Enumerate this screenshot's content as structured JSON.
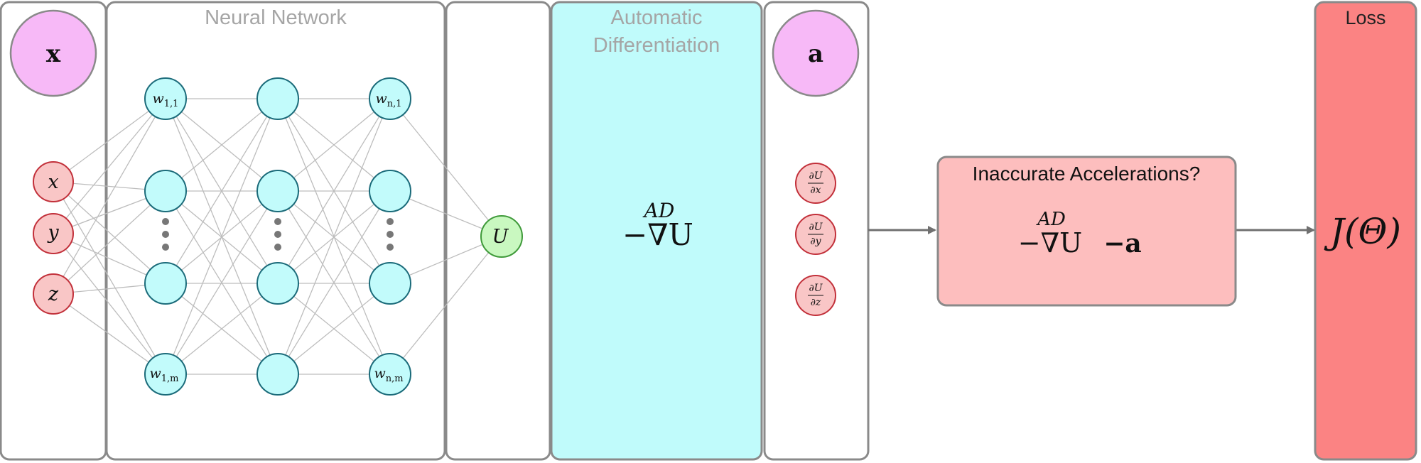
{
  "panels": {
    "neural_network_title": "Neural Network",
    "autodiff_title_line1": "Automatic",
    "autodiff_title_line2": "Differentiation",
    "loss_title": "Loss"
  },
  "inputs": {
    "vector_symbol": "x",
    "nodes": [
      "x",
      "y",
      "z"
    ]
  },
  "network": {
    "top_left_sym": "w",
    "top_left_sub": "1,1",
    "top_right_sym": "w",
    "top_right_sub": "n,1",
    "bottom_left_sym": "w",
    "bottom_left_sub": "1,m",
    "bottom_right_sym": "w",
    "bottom_right_sub": "n,m"
  },
  "output": {
    "symbol": "U"
  },
  "autodiff": {
    "superscript": "AD",
    "expression": "−∇U"
  },
  "accelerations": {
    "vector_symbol": "a",
    "partials": [
      {
        "num": "∂U",
        "den": "∂x"
      },
      {
        "num": "∂U",
        "den": "∂y"
      },
      {
        "num": "∂U",
        "den": "∂z"
      }
    ]
  },
  "comparison": {
    "title": "Inaccurate Accelerations?",
    "superscript": "AD",
    "expression_left": "−∇U",
    "expression_right": "−a"
  },
  "loss": {
    "expression": "J(Θ)"
  },
  "colors": {
    "panel_border": "#8a8a8a",
    "title_gray": "#a5a5a5",
    "pink_fill": "#f7b9f7",
    "pink_stroke": "#8a8a8a",
    "red_node_fill": "#f9c6c6",
    "red_node_stroke": "#c2303a",
    "cyan_node_fill": "#c2fbfb",
    "cyan_node_stroke": "#1b6b7a",
    "green_node_fill": "#c9f8c0",
    "green_node_stroke": "#3f9a3a",
    "autodiff_fill": "#c0fbfb",
    "comparison_fill": "#fdbebe",
    "loss_fill": "#fb8383",
    "edge": "#bdbdbd",
    "arrow": "#707070"
  }
}
